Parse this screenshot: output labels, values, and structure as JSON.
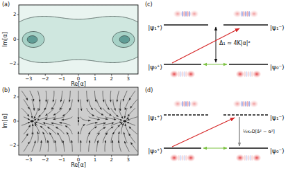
{
  "diagram": {
    "labels": [
      "(a)",
      "Im[α]",
      "2",
      "0",
      "−2",
      "−3",
      "−2",
      "−1",
      "0",
      "1",
      "2",
      "3",
      "Re[α]",
      "(b)",
      "Im[α]",
      "2",
      "0",
      "−2",
      "−3",
      "−2",
      "−1",
      "0",
      "1",
      "2",
      "3",
      "Re[α]",
      "(c)",
      "|ψ₁⁺⟩",
      "|ψ₁⁻⟩",
      "Δ₁ ≈ 4K|α|²",
      "|ψ₀⁺⟩",
      "|ψ₀⁻⟩",
      "(d)",
      "|ψ₁⁺⟩",
      "|ψ₁⁻⟩",
      "½κ₂D[â² − α²]",
      "|ψ₀⁺⟩",
      "|ψ₀⁻⟩"
    ]
  }
}
